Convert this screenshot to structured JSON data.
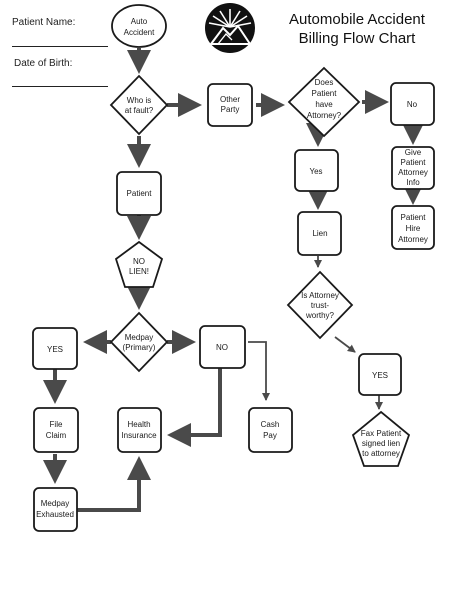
{
  "form": {
    "patient_name_label": "Patient Name:",
    "dob_label": "Date of Birth:"
  },
  "title": {
    "line1": "Automobile Accident",
    "line2": "Billing Flow Chart"
  },
  "logo": {
    "icon": "mountain-sun-icon"
  },
  "colors": {
    "stroke": "#1a1a1a",
    "arrow": "#4a4a4a",
    "background": "#ffffff"
  },
  "nodes": {
    "auto_accident": [
      "Auto",
      "Accident"
    ],
    "who_at_fault": [
      "Who is",
      "at fault?"
    ],
    "other_party": [
      "Other",
      "Party"
    ],
    "does_patient_have_attorney": [
      "Does",
      "Patient",
      "have",
      "Attorney?"
    ],
    "no_attorney": [
      "No"
    ],
    "give_attorney_info": [
      "Give",
      "Patient",
      "Attorney",
      "Info"
    ],
    "patient_hire_attorney": [
      "Patient",
      "Hire",
      "Attorney"
    ],
    "yes_attorney": [
      "Yes"
    ],
    "lien": [
      "Lien"
    ],
    "attorney_trustworthy": [
      "Is Attorney",
      "trust-",
      "worthy?"
    ],
    "yes_trustworthy": [
      "YES"
    ],
    "fax_patient_lien": [
      "Fax Patient",
      "signed lien",
      "to attorney"
    ],
    "patient": [
      "Patient"
    ],
    "no_lien": [
      "NO",
      "LIEN!"
    ],
    "medpay_primary": [
      "Medpay",
      "(Primary)"
    ],
    "yes_medpay": [
      "YES"
    ],
    "no_medpay": [
      "NO"
    ],
    "file_claim": [
      "File",
      "Claim"
    ],
    "health_insurance": [
      "Health",
      "Insurance"
    ],
    "cash_pay": [
      "Cash",
      "Pay"
    ],
    "medpay_exhausted": [
      "Medpay",
      "Exhausted"
    ]
  }
}
